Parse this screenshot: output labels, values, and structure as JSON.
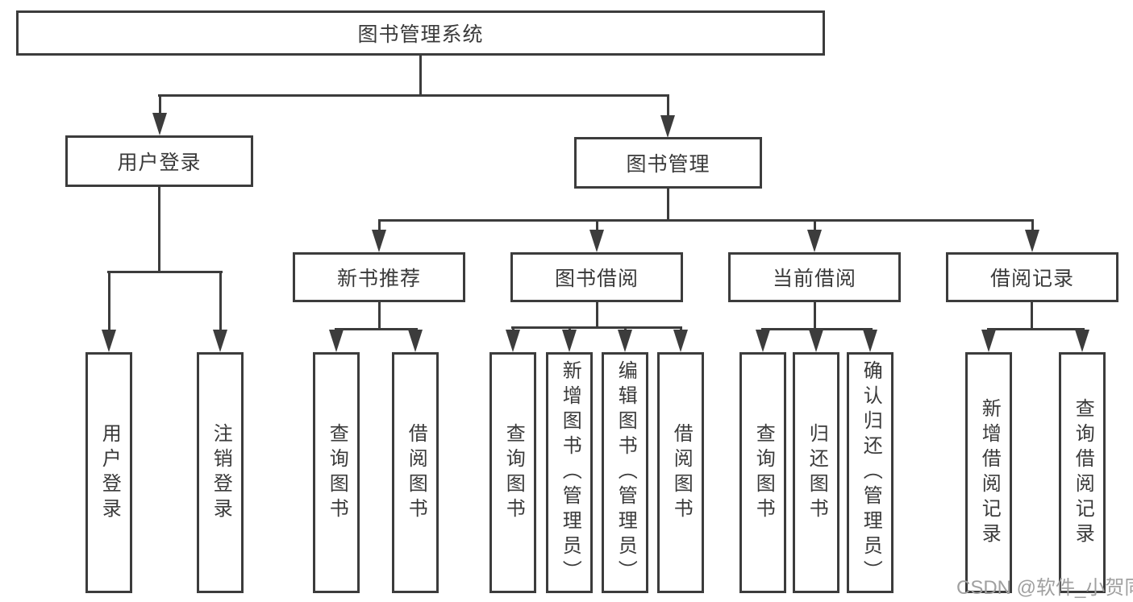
{
  "colors": {
    "line": "#3c3c3c",
    "text": "#3a3a3a",
    "watermark": "#a0a0a0",
    "background": "#ffffff"
  },
  "watermark": "CSDN @软件_小贺同学",
  "tree": {
    "label": "图书管理系统",
    "children": [
      {
        "label": "用户登录",
        "children": [
          {
            "label": "用户登录"
          },
          {
            "label": "注销登录"
          }
        ]
      },
      {
        "label": "图书管理",
        "children": [
          {
            "label": "新书推荐",
            "children": [
              {
                "label": "查询图书"
              },
              {
                "label": "借阅图书"
              }
            ]
          },
          {
            "label": "图书借阅",
            "children": [
              {
                "label": "查询图书"
              },
              {
                "label": "新增图书（管理员）"
              },
              {
                "label": "编辑图书（管理员）"
              },
              {
                "label": "借阅图书"
              }
            ]
          },
          {
            "label": "当前借阅",
            "children": [
              {
                "label": "查询图书"
              },
              {
                "label": "归还图书"
              },
              {
                "label": "确认归还（管理员）"
              }
            ]
          },
          {
            "label": "借阅记录",
            "children": [
              {
                "label": "新增借阅记录"
              },
              {
                "label": "查询借阅记录"
              }
            ]
          }
        ]
      }
    ]
  }
}
